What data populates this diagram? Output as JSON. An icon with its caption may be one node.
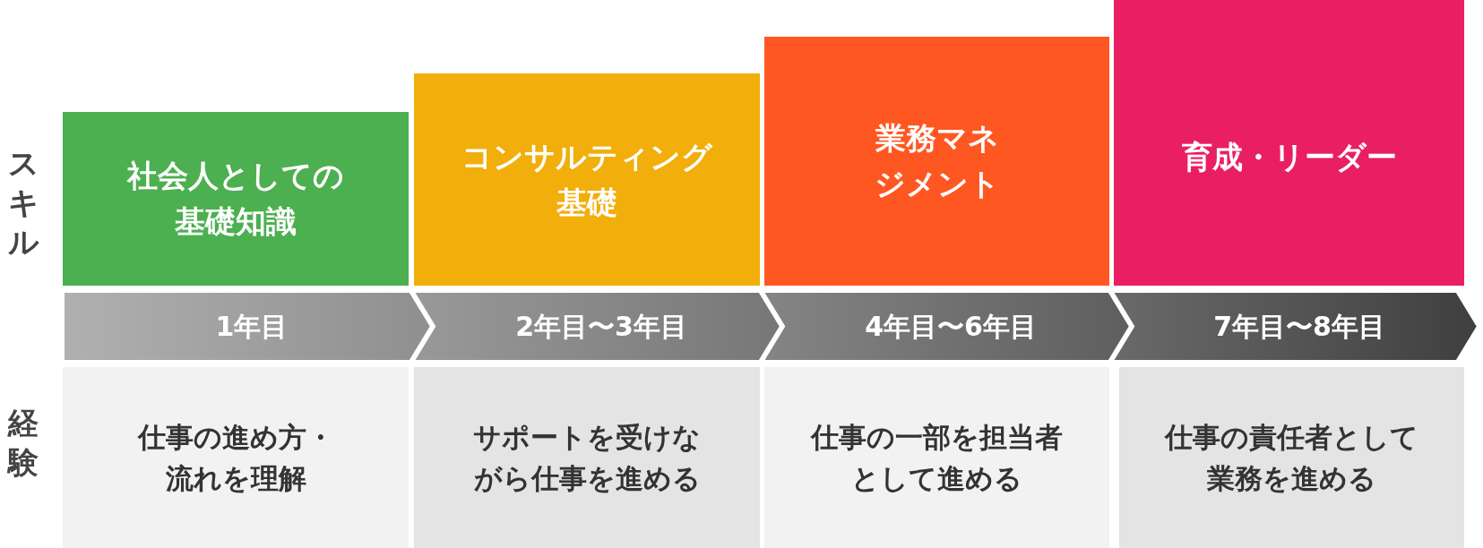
{
  "diagram": {
    "nodes": [
      {
        "text": [
          "社会人としての基礎知識"
        ]
      },
      {
        "text": [
          "コンサルティング基礎"
        ]
      },
      {
        "text": [
          "業務マネジメント"
        ]
      },
      {
        "text": [
          "育成・リーダー"
        ]
      },
      {
        "text": [
          "1年目"
        ]
      },
      {
        "text": [
          "2年目〜3年目"
        ]
      },
      {
        "text": [
          "4年目〜6年目"
        ]
      },
      {
        "text": [
          "7年目〜8年目"
        ]
      },
      {
        "text": [
          "仕事の進め方・流れを理解"
        ]
      },
      {
        "text": [
          "サポートを受けながら仕事を進める"
        ]
      },
      {
        "text": [
          "仕事の一部を担当者として進める"
        ]
      },
      {
        "text": [
          "仕事の責任者として業務を進める"
        ]
      }
    ],
    "edges": [],
    "labels": [
      "スキル",
      "経験"
    ]
  }
}
